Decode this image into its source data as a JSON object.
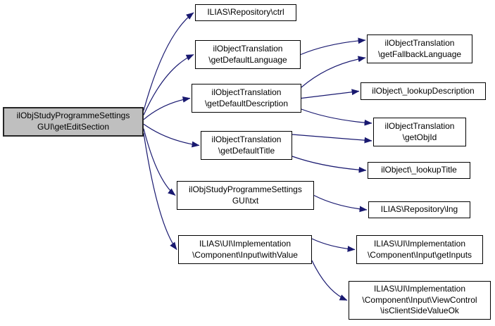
{
  "diagram": {
    "type": "call-graph",
    "edge_color": "#191970",
    "node_fill_color": "#ffffff",
    "node_border_color": "#000000",
    "highlight_fill_color": "#bfbfbf",
    "text_color": "#000000",
    "nodes": [
      {
        "id": "getEditSection",
        "label": "ilObjStudyProgrammeSettings\nGUI\\getEditSection",
        "highlighted": true
      },
      {
        "id": "ctrl",
        "label": "ILIAS\\Repository\\ctrl",
        "highlighted": false
      },
      {
        "id": "getDefaultLanguage",
        "label": "ilObjectTranslation\n\\getDefaultLanguage",
        "highlighted": false
      },
      {
        "id": "getDefaultDescription",
        "label": "ilObjectTranslation\n\\getDefaultDescription",
        "highlighted": false
      },
      {
        "id": "getDefaultTitle",
        "label": "ilObjectTranslation\n\\getDefaultTitle",
        "highlighted": false
      },
      {
        "id": "txt",
        "label": "ilObjStudyProgrammeSettings\nGUI\\txt",
        "highlighted": false
      },
      {
        "id": "withValue",
        "label": "ILIAS\\UI\\Implementation\n\\Component\\Input\\withValue",
        "highlighted": false
      },
      {
        "id": "getFallbackLanguage",
        "label": "ilObjectTranslation\n\\getFallbackLanguage",
        "highlighted": false
      },
      {
        "id": "lookupDescription",
        "label": "ilObject\\_lookupDescription",
        "highlighted": false
      },
      {
        "id": "getObjId",
        "label": "ilObjectTranslation\n\\getObjId",
        "highlighted": false
      },
      {
        "id": "lookupTitle",
        "label": "ilObject\\_lookupTitle",
        "highlighted": false
      },
      {
        "id": "lng",
        "label": "ILIAS\\Repository\\lng",
        "highlighted": false
      },
      {
        "id": "getInputs",
        "label": "ILIAS\\UI\\Implementation\n\\Component\\Input\\getInputs",
        "highlighted": false
      },
      {
        "id": "isClientSideValueOk",
        "label": "ILIAS\\UI\\Implementation\n\\Component\\Input\\ViewControl\n\\isClientSideValueOk",
        "highlighted": false
      }
    ],
    "edges": [
      {
        "from": "getEditSection",
        "to": "ctrl"
      },
      {
        "from": "getEditSection",
        "to": "getDefaultLanguage"
      },
      {
        "from": "getEditSection",
        "to": "getDefaultDescription"
      },
      {
        "from": "getEditSection",
        "to": "getDefaultTitle"
      },
      {
        "from": "getEditSection",
        "to": "txt"
      },
      {
        "from": "getEditSection",
        "to": "withValue"
      },
      {
        "from": "getDefaultLanguage",
        "to": "getFallbackLanguage"
      },
      {
        "from": "getDefaultDescription",
        "to": "getFallbackLanguage"
      },
      {
        "from": "getDefaultDescription",
        "to": "lookupDescription"
      },
      {
        "from": "getDefaultDescription",
        "to": "getObjId"
      },
      {
        "from": "getDefaultTitle",
        "to": "getObjId"
      },
      {
        "from": "getDefaultTitle",
        "to": "lookupTitle"
      },
      {
        "from": "txt",
        "to": "lng"
      },
      {
        "from": "withValue",
        "to": "getInputs"
      },
      {
        "from": "withValue",
        "to": "isClientSideValueOk"
      }
    ]
  }
}
